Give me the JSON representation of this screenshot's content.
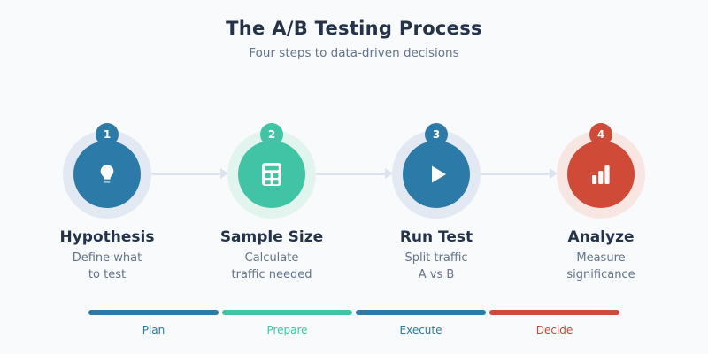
{
  "canvas": {
    "background": "#f8fafc"
  },
  "header": {
    "title": "The A/B Testing Process",
    "subtitle": "Four steps to data-driven decisions",
    "title_color": "#25334a",
    "subtitle_color": "#64748b"
  },
  "steps": [
    {
      "number": "1",
      "title": "Hypothesis",
      "description": "Define what\nto test",
      "icon": "lightbulb-icon",
      "color": "#2c7aa8",
      "halo_color": "#e2e9f3"
    },
    {
      "number": "2",
      "title": "Sample Size",
      "description": "Calculate\ntraffic needed",
      "icon": "calculator-icon",
      "color": "#41c4a5",
      "halo_color": "#e2f4ee"
    },
    {
      "number": "3",
      "title": "Run Test",
      "description": "Split traffic\nA vs B",
      "icon": "play-icon",
      "color": "#2c7aa8",
      "halo_color": "#e2e9f3"
    },
    {
      "number": "4",
      "title": "Analyze",
      "description": "Measure\nsignificance",
      "icon": "bar-chart-icon",
      "color": "#d04a38",
      "halo_color": "#f8e6e2"
    }
  ],
  "connector": {
    "color": "#dce3ee"
  },
  "phases": [
    {
      "label": "Plan",
      "color": "#2c7aa8"
    },
    {
      "label": "Prepare",
      "color": "#41c4a5"
    },
    {
      "label": "Execute",
      "color": "#2c7aa8"
    },
    {
      "label": "Decide",
      "color": "#d04a38"
    }
  ]
}
